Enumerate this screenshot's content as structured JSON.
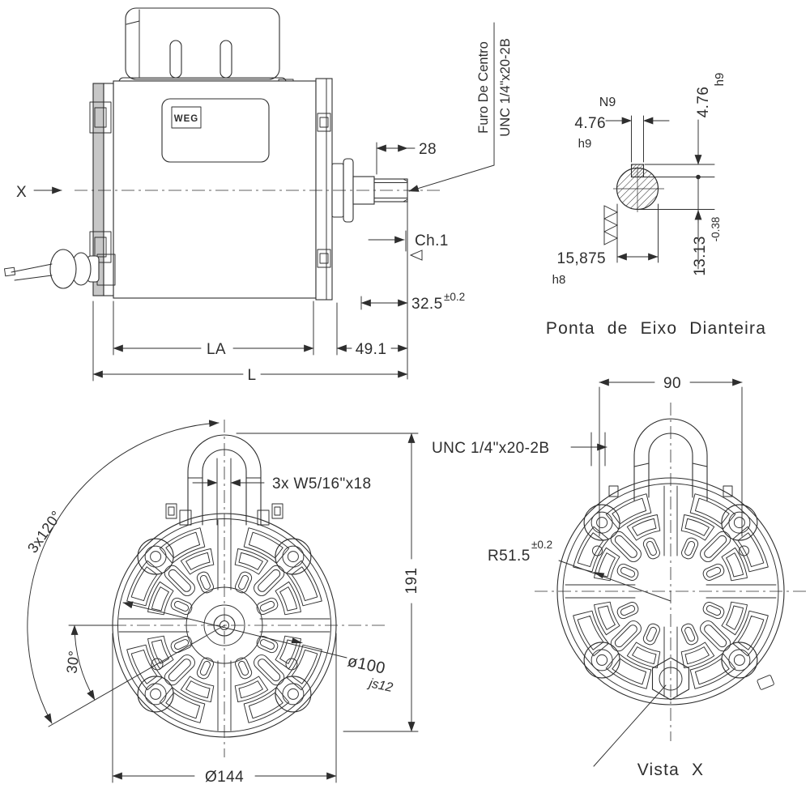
{
  "side_view": {
    "view_arrow_label": "X",
    "logo": "WEG",
    "leader_line1": "Furo De Centro",
    "leader_line2": "UNC 1/4\"x20-2B",
    "dim_thread_length": "28",
    "dim_chamfer": "Ch.1",
    "dim_shaft_ext": "32.5",
    "dim_shaft_ext_tol": "±0.2",
    "dim_frame_length": "LA",
    "dim_front_length": "49.1",
    "dim_total_length": "L"
  },
  "shaft_detail": {
    "title": "Ponta  de  Eixo  Dianteira",
    "keyway_tolerance": "N9",
    "key_width": "4.76",
    "key_width_fit": "h9",
    "key_height": "4.76",
    "key_height_fit": "h9",
    "shaft_diameter": "15,875",
    "shaft_diameter_fit": "h8",
    "keyseat_depth": "13.13",
    "keyseat_depth_tol": "-0.38"
  },
  "front_view": {
    "dim_angle_pattern": "3x120°",
    "dim_angle_30": "30°",
    "dim_studs": "3x  W5/16\"x18",
    "dim_height": "191",
    "dim_bolt_circle": "ø100",
    "dim_bolt_circle_fit": "js12",
    "dim_outer_diameter": "Ø144"
  },
  "vista_x": {
    "title": "Vista  X",
    "dim_width": "90",
    "dim_thread": "UNC 1/4\"x20-2B",
    "dim_radius": "R51.5",
    "dim_radius_tol": "±0.2"
  }
}
